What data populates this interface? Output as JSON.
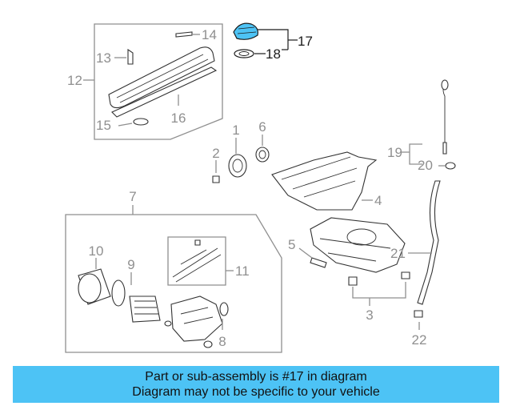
{
  "diagram": {
    "callouts": [
      "1",
      "2",
      "3",
      "4",
      "5",
      "6",
      "7",
      "8",
      "9",
      "10",
      "11",
      "12",
      "13",
      "14",
      "15",
      "16",
      "17",
      "18",
      "19",
      "20",
      "21",
      "22"
    ],
    "highlight_color": "#4dc3f5",
    "line_color": "#8f8f8f",
    "highlighted_part": "17"
  },
  "banner": {
    "line1": "Part or sub-assembly is #17 in diagram",
    "line2": "Diagram may not be specific to your vehicle",
    "background": "#4dc3f5"
  }
}
